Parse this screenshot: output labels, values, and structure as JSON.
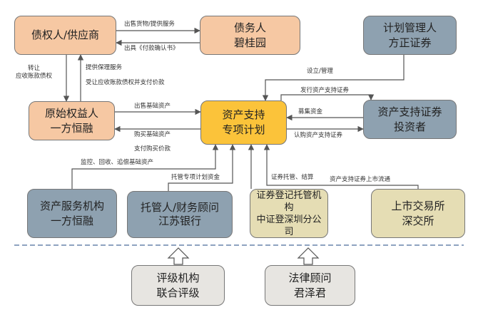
{
  "colors": {
    "peach": "#f6c8a3",
    "grey": "#8ea1b0",
    "green": "#e5ddb4",
    "light": "#e7e5e1",
    "gold": "#fbc33a",
    "line": "#555555"
  },
  "boxes": {
    "creditor": "债权人/供应商",
    "debtor": "债务人\n碧桂园",
    "plan_manager": "计划管理人\n方正证券",
    "originator": "原始权益人\n一方恒融",
    "spv": "资产支持\n专项计划",
    "investors": "资产支持证券\n投资者",
    "servicer": "资产服务机构\n一方恒融",
    "custodian": "托管人/财务顾问\n江苏银行",
    "registrar": "证券登记托管机构\n中证登深圳分公司",
    "exchange": "上市交易所\n深交所",
    "rating": "评级机构\n联合评级",
    "legal": "法律顾问\n君泽君"
  },
  "labels": {
    "sell_goods": "出售货物/提供服务",
    "issue_confirmation": "出具《付款确认书》",
    "transfer_receivables": "转让\n应收账款债权",
    "provide_factoring": "提供保理服务",
    "accept_receivables": "受让应收账款债权并支付价款",
    "setup_manage": "设立/管理",
    "issue_abs": "发行资产支持证券",
    "sell_assets": "出售基础资产",
    "raise_funds": "募集资金",
    "buy_assets": "购买基础资产",
    "pay_price": "支付购买价款",
    "subscribe_abs": "认购资产支持证券",
    "monitor_collect": "监控、回收、追偿基础资产",
    "custody_funds": "托管专项计划资金",
    "registration_settlement": "证券托管、结算",
    "listing": "资产支持证券上市流通"
  }
}
